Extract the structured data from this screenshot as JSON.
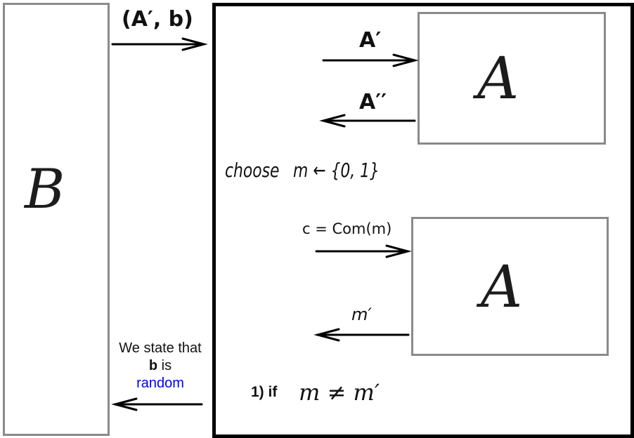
{
  "reduction": {
    "outer_box_letter": "B",
    "top_message": "(A′, b)",
    "inner_box_letter": "A",
    "msg_A_prime": "A′",
    "msg_A_double_prime": "A′′",
    "choose_word": "choose",
    "choose_expr": "m ← {0, 1}",
    "commit_expr": "c = Com(m)",
    "reply_m_prime": "m′",
    "condition_label": "1) if",
    "condition_expr": "m ≠ m′",
    "note_line1": "We state that",
    "note_b": "b",
    "note_is": "is",
    "note_random": "random",
    "note_random_color": "#0000ee"
  }
}
